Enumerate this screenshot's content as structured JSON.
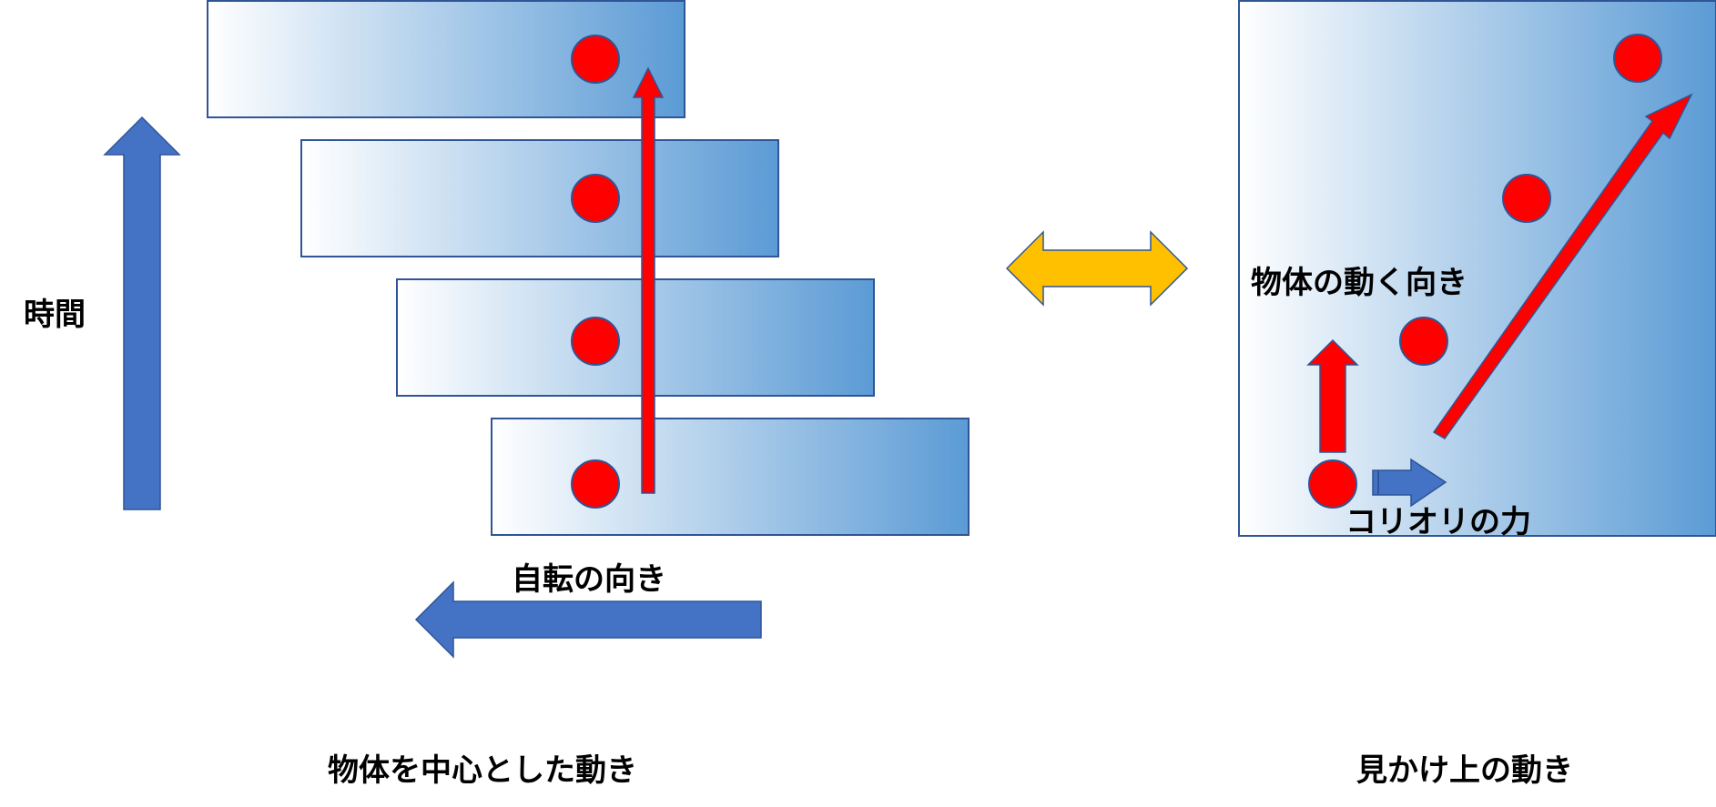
{
  "labels": {
    "time": "時間",
    "rotation_direction": "自転の向き",
    "object_motion_direction": "物体の動く向き",
    "coriolis_force": "コリオリの力",
    "caption_left": "物体を中心とした動き",
    "caption_right": "見かけ上の動き"
  },
  "colors": {
    "panel_gradient_start": "#ffffff",
    "panel_gradient_end": "#5b9bd5",
    "panel_border": "#2f5597",
    "ball_fill": "#ff0000",
    "ball_stroke": "#2f5597",
    "arrow_blue": "#4472c4",
    "arrow_red": "#ff0000",
    "arrow_yellow": "#ffc000",
    "text": "#000000"
  },
  "icons": {
    "time_arrow": "arrow-up",
    "rotation_arrow": "arrow-left",
    "equivalence_arrow": "arrow-left-right",
    "coriolis_arrow": "arrow-right",
    "motion_arrow": "arrow-up",
    "trajectory_arrow": "arrow-diagonal-up-right"
  }
}
